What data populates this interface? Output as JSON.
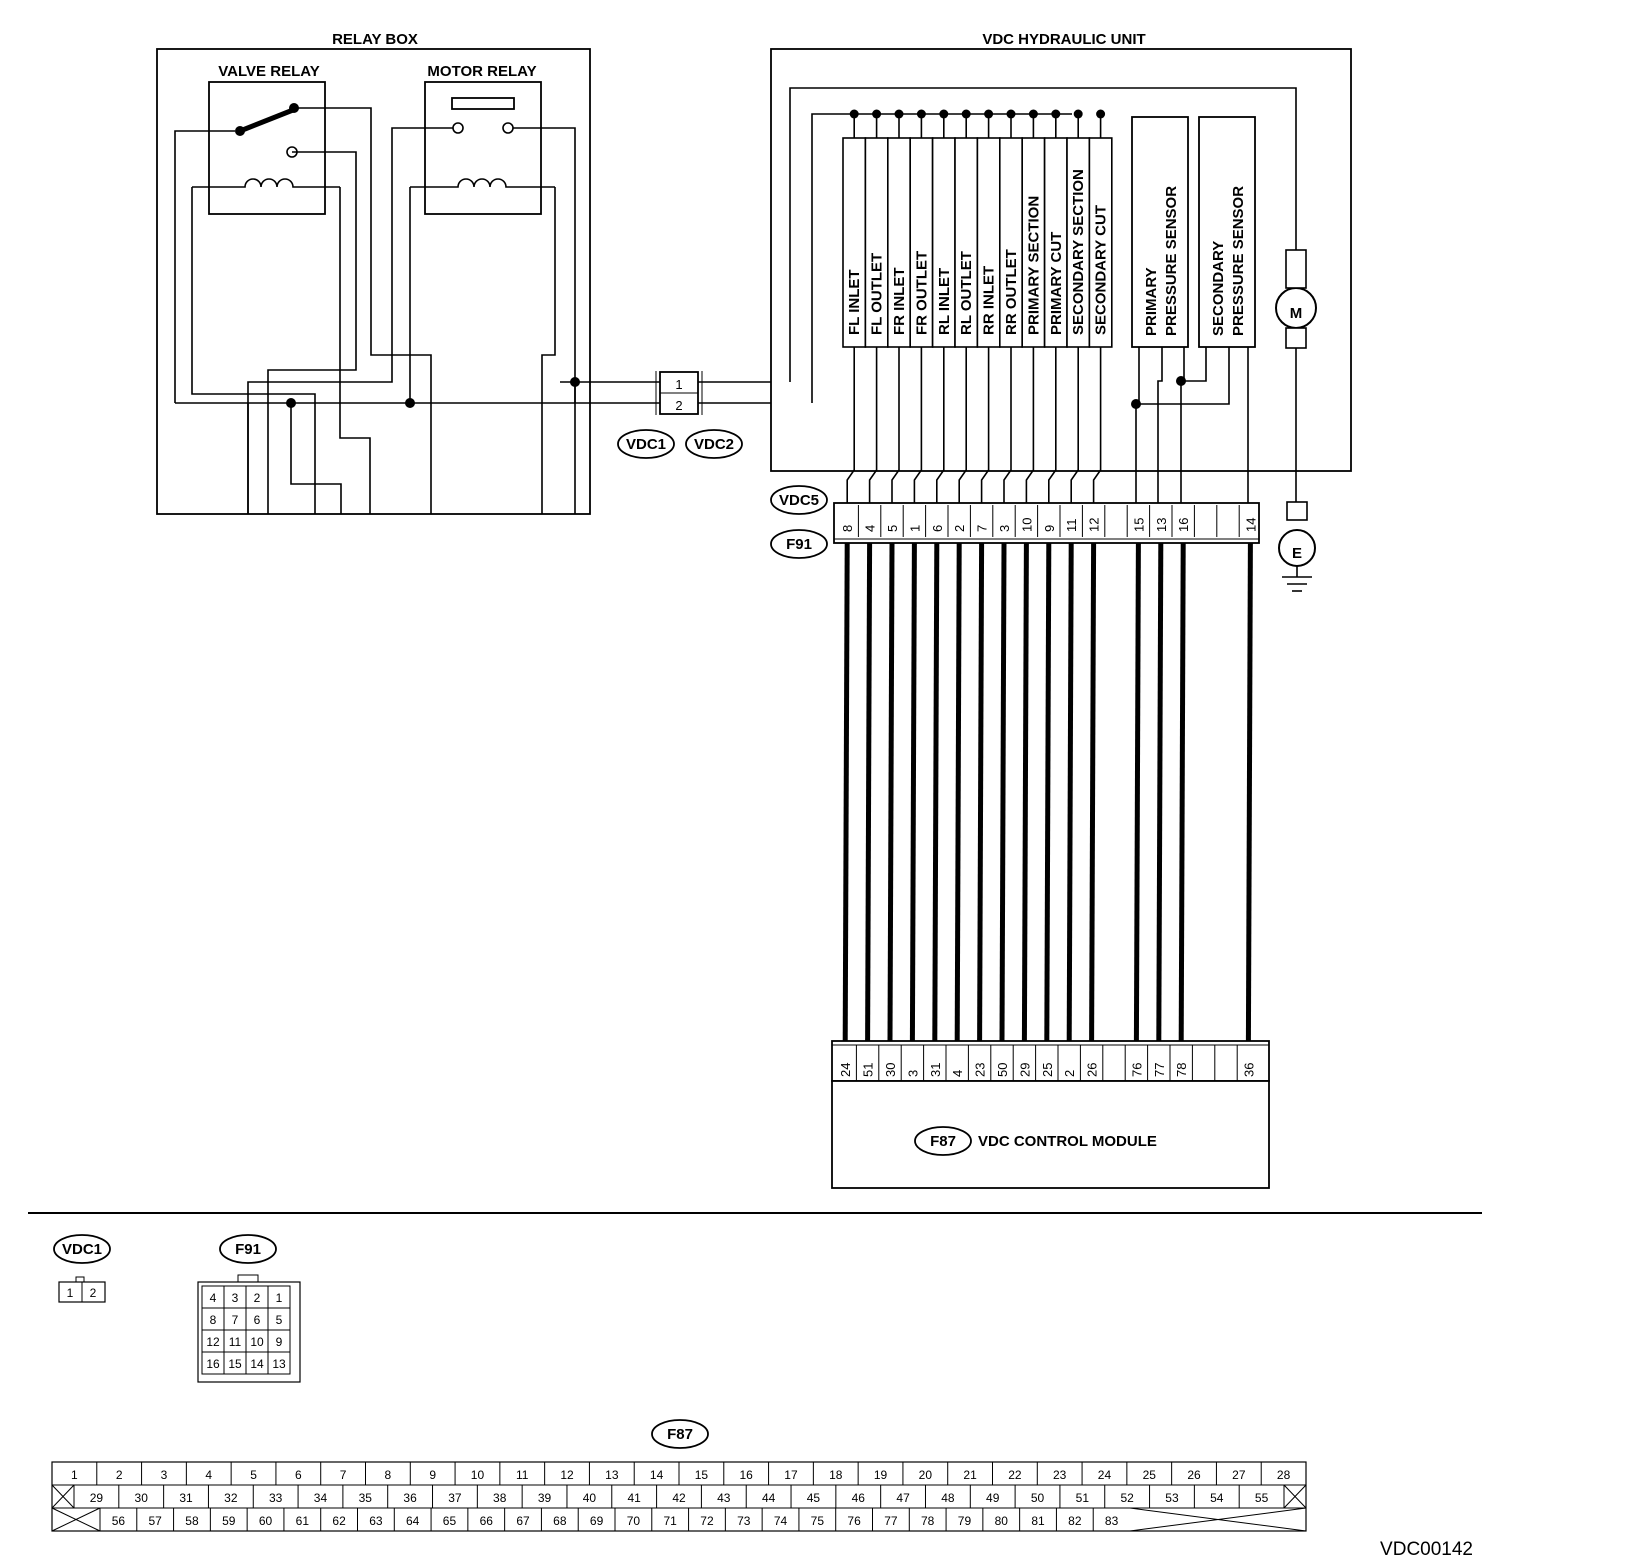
{
  "relay_box": {
    "title": "RELAY BOX",
    "valve_relay": "VALVE RELAY",
    "motor_relay": "MOTOR RELAY"
  },
  "hydraulic_unit": {
    "title": "VDC HYDRAULIC UNIT",
    "valves": [
      "FL INLET",
      "FL OUTLET",
      "FR INLET",
      "FR OUTLET",
      "RL INLET",
      "RL OUTLET",
      "RR INLET",
      "RR OUTLET",
      "PRIMARY SECTION",
      "PRIMARY CUT",
      "SECONDARY SECTION",
      "SECONDARY CUT"
    ],
    "primary_sensor": [
      "PRIMARY",
      "PRESSURE SENSOR"
    ],
    "secondary_sensor": [
      "SECONDARY",
      "PRESSURE SENSOR"
    ],
    "motor": "M"
  },
  "ground_symbol": "E",
  "connectors": {
    "vdc1_pins": [
      "1",
      "2"
    ],
    "vdc1": "VDC1",
    "vdc2": "VDC2",
    "vdc5": "VDC5",
    "f91": "F91",
    "f87": "F87"
  },
  "vdc5_pins": [
    "8",
    "4",
    "5",
    "1",
    "6",
    "2",
    "7",
    "3",
    "10",
    "9",
    "11",
    "12",
    "",
    "15",
    "13",
    "16",
    "",
    "",
    "14"
  ],
  "f87_pins": [
    "24",
    "51",
    "30",
    "3",
    "31",
    "4",
    "23",
    "50",
    "29",
    "25",
    "2",
    "26",
    "",
    "76",
    "77",
    "78",
    "",
    "",
    "36"
  ],
  "control_module": "VDC CONTROL MODULE",
  "legend": {
    "vdc1_label": "VDC1",
    "vdc1_pins": [
      "1",
      "2"
    ],
    "f91_label": "F91",
    "f91_rows": [
      [
        "4",
        "3",
        "2",
        "1"
      ],
      [
        "8",
        "7",
        "6",
        "5"
      ],
      [
        "12",
        "11",
        "10",
        "9"
      ],
      [
        "16",
        "15",
        "14",
        "13"
      ]
    ],
    "f87_label": "F87",
    "f87_row1": [
      "1",
      "2",
      "3",
      "4",
      "5",
      "6",
      "7",
      "8",
      "9",
      "10",
      "11",
      "12",
      "13",
      "14",
      "15",
      "16",
      "17",
      "18",
      "19",
      "20",
      "21",
      "22",
      "23",
      "24",
      "25",
      "26",
      "27",
      "28"
    ],
    "f87_row2": [
      "29",
      "30",
      "31",
      "32",
      "33",
      "34",
      "35",
      "36",
      "37",
      "38",
      "39",
      "40",
      "41",
      "42",
      "43",
      "44",
      "45",
      "46",
      "47",
      "48",
      "49",
      "50",
      "51",
      "52",
      "53",
      "54",
      "55"
    ],
    "f87_row3": [
      "56",
      "57",
      "58",
      "59",
      "60",
      "61",
      "62",
      "63",
      "64",
      "65",
      "66",
      "67",
      "68",
      "69",
      "70",
      "71",
      "72",
      "73",
      "74",
      "75",
      "76",
      "77",
      "78",
      "79",
      "80",
      "81",
      "82",
      "83"
    ]
  },
  "figure_code": "VDC00142"
}
